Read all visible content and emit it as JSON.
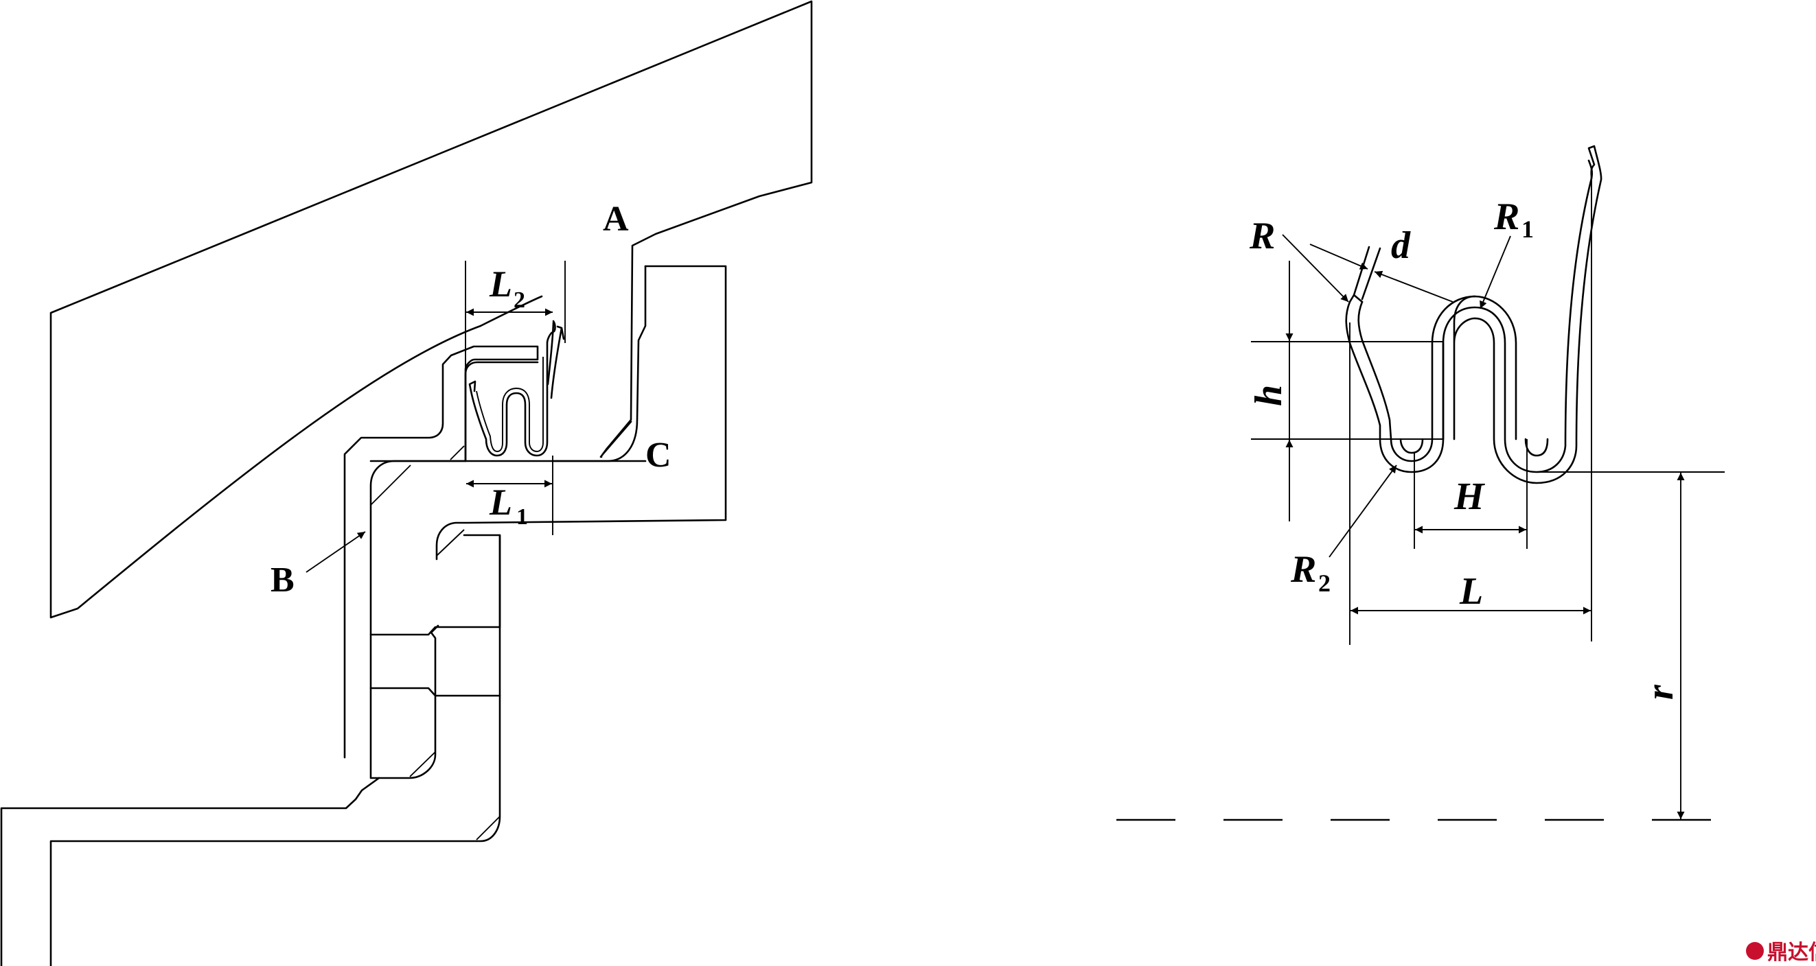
{
  "labels": {
    "A": "A",
    "B": "B",
    "C": "C",
    "L": "L",
    "one": "1",
    "two": "2",
    "R": "R",
    "d": "d",
    "h": "h",
    "H": "H",
    "r": "r"
  },
  "watermark": {
    "text": "鼎达信",
    "color": "#c8102e"
  }
}
